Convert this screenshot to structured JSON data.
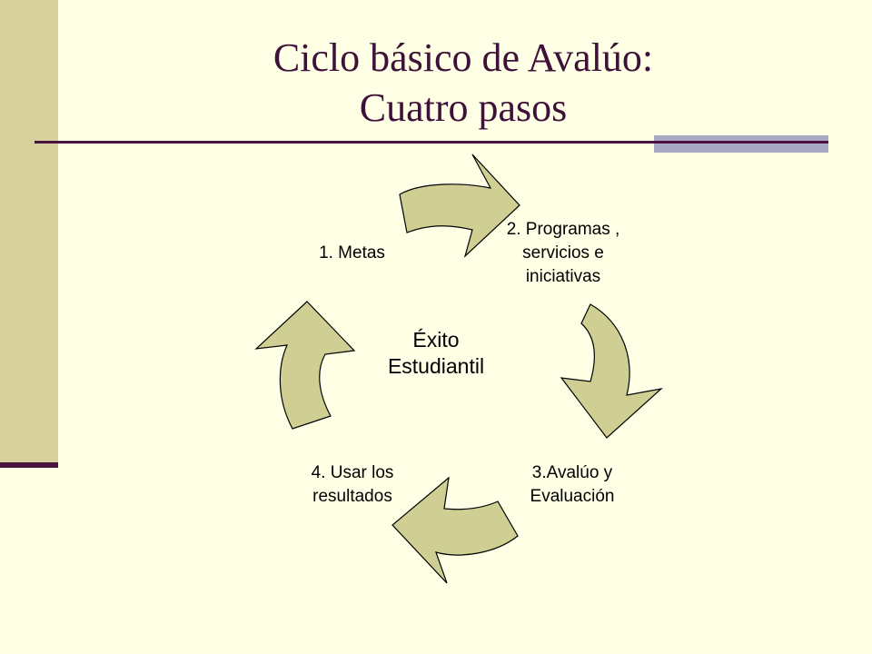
{
  "slide": {
    "title_line1": "Ciclo básico de Avalúo:",
    "title_line2": "Cuatro pasos"
  },
  "cycle": {
    "center_line1": "Éxito",
    "center_line2": "Estudiantil",
    "steps": [
      {
        "line1": "1. Metas"
      },
      {
        "line1": "2. Programas ,",
        "line2": "servicios e",
        "line3": "iniciativas"
      },
      {
        "line1": "3.Avalúo y",
        "line2": "Evaluación"
      },
      {
        "line1": "4. Usar los",
        "line2": "resultados"
      }
    ],
    "arrow_fill": "#CFCF93",
    "arrow_stroke": "#000000"
  },
  "colors": {
    "background": "#FFFFE6",
    "sidebar": "#D6D09C",
    "title_text": "#3E1238",
    "rule": "#4A1340",
    "accent": "#A9A9C3"
  }
}
